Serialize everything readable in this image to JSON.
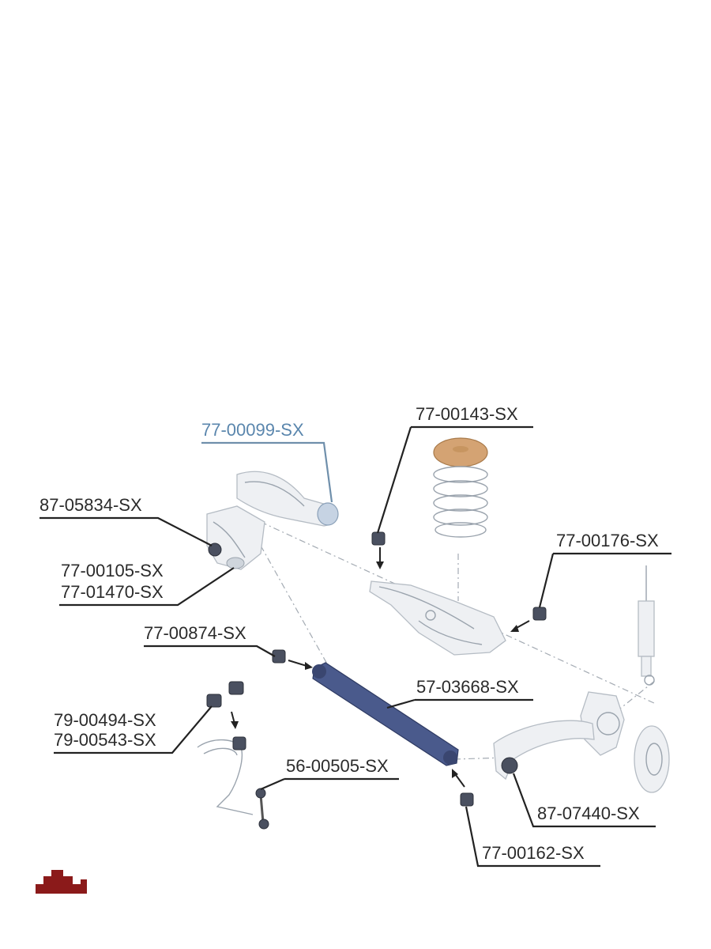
{
  "parts": {
    "p_77_00099": "77-00099-SX",
    "p_77_00143": "77-00143-SX",
    "p_87_05834": "87-05834-SX",
    "p_77_00105": "77-00105-SX",
    "p_77_01470": "77-01470-SX",
    "p_77_00176": "77-00176-SX",
    "p_77_00874": "77-00874-SX",
    "p_57_03668": "57-03668-SX",
    "p_79_00494": "79-00494-SX",
    "p_79_00543": "79-00543-SX",
    "p_56_00505": "56-00505-SX",
    "p_87_07440": "87-07440-SX",
    "p_77_00162": "77-00162-SX"
  },
  "colors": {
    "highlight_label": "#5a86ad",
    "spring_pad": "#d4a373",
    "rod_blue": "#4a5a8c",
    "logo": "#8b1a1a"
  }
}
